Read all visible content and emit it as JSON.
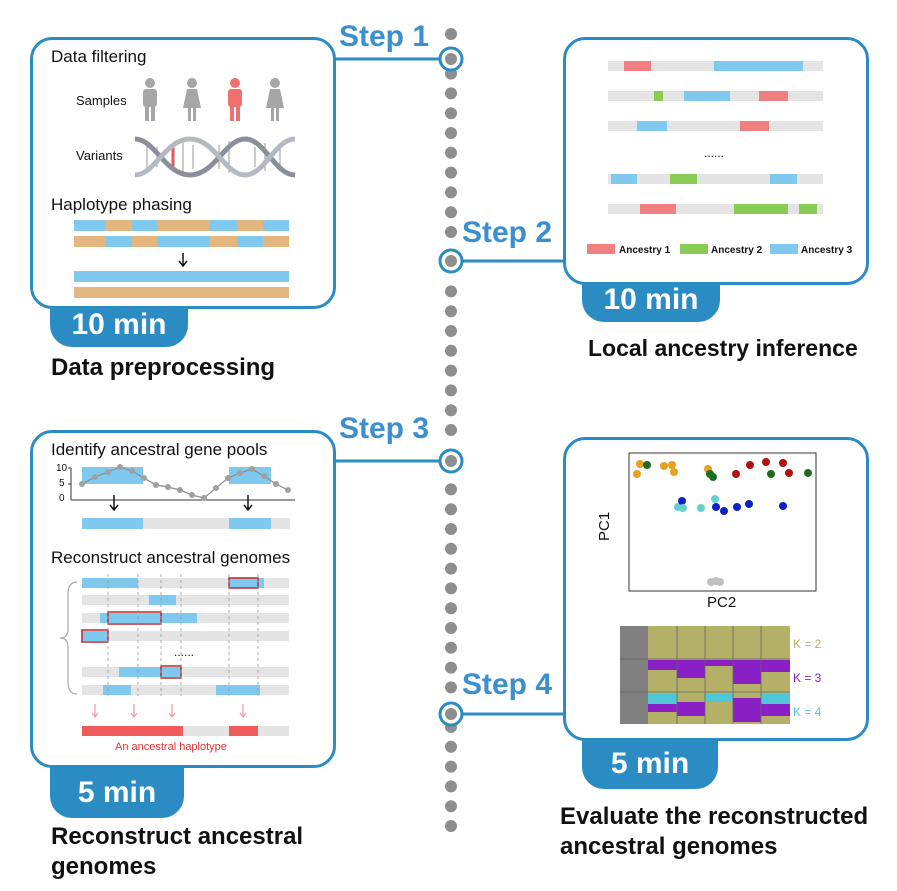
{
  "steps": [
    "Step 1",
    "Step 2",
    "Step 3",
    "Step 4"
  ],
  "panel1": {
    "title1": "Data filtering",
    "samples_label": "Samples",
    "variants_label": "Variants",
    "title2": "Haplotype phasing",
    "time": "10 min",
    "caption": "Data preprocessing",
    "colors": {
      "blue": "#7fc8ee",
      "tan": "#e3b57f",
      "person": "#a6a6a6",
      "person_highlight": "#f07070"
    }
  },
  "panel2": {
    "ellipsis": "......",
    "legend": [
      "Ancestry 1",
      "Ancestry 2",
      "Ancestry 3"
    ],
    "time": "10 min",
    "caption": "Local ancestry inference",
    "colors": {
      "ancestry1": "#f08080",
      "ancestry2": "#88cc55",
      "ancestry3": "#7fc8ee",
      "track": "#e4e4e4"
    }
  },
  "panel3": {
    "title1": "Identify ancestral gene pools",
    "y_ticks": [
      "10",
      "5",
      "0"
    ],
    "title2": "Reconstruct ancestral genomes",
    "ellipsis": "......",
    "haplotype_label": "An ancestral haplotype",
    "time": "5 min",
    "caption_line1": "Reconstruct ancestral",
    "caption_line2": "genomes",
    "colors": {
      "blue": "#7fc8ee",
      "red": "#f05a5a",
      "box": "#c0282d"
    }
  },
  "panel4": {
    "pc1": "PC1",
    "pc2": "PC2",
    "k_labels": [
      "K = 2",
      "K = 3",
      "K = 4"
    ],
    "k_colors": [
      "#b5b067",
      "#8a1fc6",
      "#4fc7d6"
    ],
    "time": "5 min",
    "caption_line1": "Evaluate the reconstructed",
    "caption_line2": "ancestral genomes"
  },
  "accent": "#2b8cc4"
}
